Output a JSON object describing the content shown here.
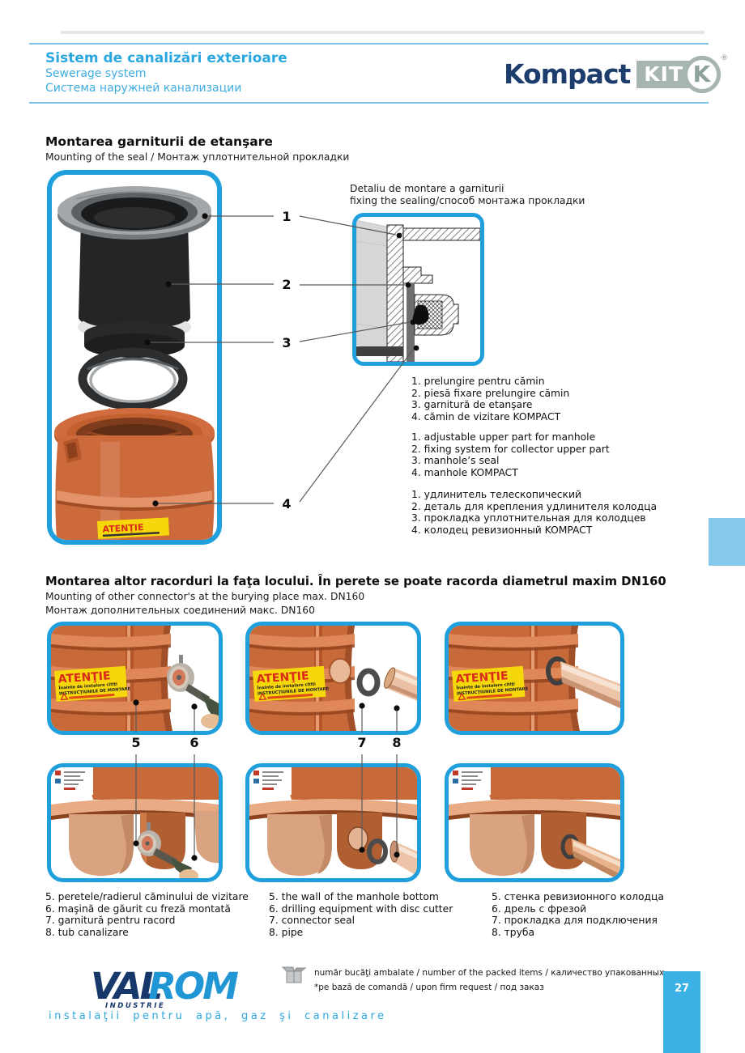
{
  "header": {
    "title_ro": "Sistem de canalizări exterioare",
    "title_en": "Sewerage system",
    "title_ru": "Система наружней канализации",
    "logo_kompact": "Kompact",
    "logo_kit": "KIT",
    "logo_k": "K",
    "logo_reg": "®"
  },
  "section_seal": {
    "title": "Montarea garniturii de etanşare",
    "subtitle": "Mounting of the seal / Монтаж уплотнительной прокладки",
    "detail_caption_line1": "Detaliu de montare a garniturii",
    "detail_caption_line2": "fixing the sealing/способ монтажа прокладки",
    "callout_1": "1",
    "callout_2": "2",
    "callout_3": "3",
    "callout_4": "4",
    "legend_ro": [
      "1. prelungire pentru cămin",
      "2. piesă fixare prelungire cămin",
      "3. garnitură de etanşare",
      "4. cămin de vizitare KOMPACT"
    ],
    "legend_en": [
      "1. adjustable upper part for manhole",
      "2. fixing system for collector upper part",
      "3. manhole’s seal",
      "4. manhole KOMPACT"
    ],
    "legend_ru": [
      "1. удлинитель телескопический",
      "2. деталь для крепления удлинителя колодца",
      "3. прокладка уплотнительная для колодцев",
      "4. колодец ревизионный KOMPACT"
    ]
  },
  "section_connectors": {
    "title": "Montarea altor racorduri la faţa locului. În perete se poate racorda diametrul maxim DN160",
    "subtitle_en": "Mounting of other connector's at the burying place max. DN160",
    "subtitle_ru": "Монтаж дополнительных соединений макс. DN160",
    "callout_5": "5",
    "callout_6": "6",
    "callout_7": "7",
    "callout_8": "8",
    "atentie_title": "ATENŢIE",
    "atentie_line1": "Înainte de instalare citiţi",
    "atentie_line2": "INSTRUCŢIUNILE DE MONTARE",
    "captions_ro": [
      "5. peretele/radierul căminului de vizitare",
      "6. maşină de găurit cu freză montată",
      "7. garnitură pentru racord",
      "8. tub canalizare"
    ],
    "captions_en": [
      "5. the wall of the manhole bottom",
      "6. drilling equipment with disc cutter",
      "7. connector seal",
      "8. pipe"
    ],
    "captions_ru": [
      "5. стенка ревизионного колодца",
      "6. дрель с фрезой",
      "7. прокладка для подключения",
      "8. труба"
    ]
  },
  "footer": {
    "logo_val": "VAL",
    "logo_rom": "ROM",
    "logo_industrie": "INDUSTRIE",
    "tagline": "instalaţii pentru apă, gaz şi canalizare",
    "note_packed": "număr bucăţi ambalate / number of the packed items / каличество упакованных",
    "note_order": "*pe bază de comandă / upon firm request / под заказ",
    "page_number": "27"
  },
  "colors": {
    "accent_blue": "#2ba7e0",
    "box_border_blue": "#1fa0dd",
    "navy": "#1d3e6d",
    "sage": "#a6b5ae",
    "tab_blue": "#3cb1e6",
    "tab_light_blue": "#85c9ee",
    "manhole_orange": "#c8693a",
    "warning_yellow": "#f5d70c",
    "warning_red": "#d92a1a"
  }
}
